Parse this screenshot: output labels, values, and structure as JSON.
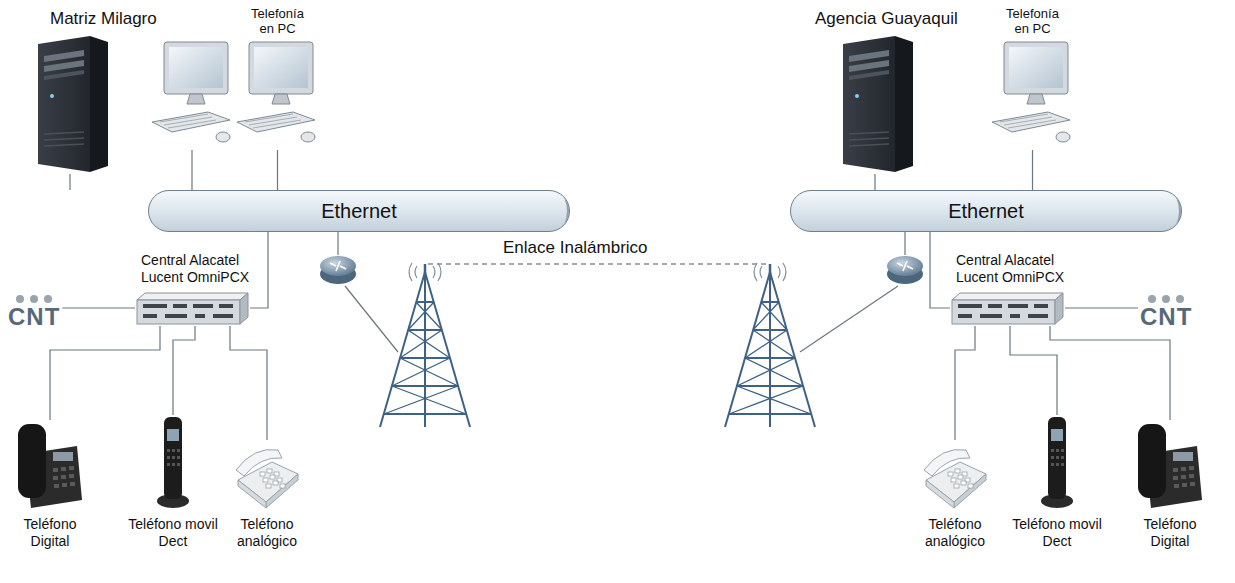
{
  "diagram": {
    "nodes": [
      {
        "text": [
          "Matriz Milagro"
        ]
      },
      {
        "text": [
          "Telefonía en PC"
        ]
      },
      {
        "text": [
          "Ethernet"
        ]
      },
      {
        "text": [
          "Central Alacatel Lucent OmniPCX"
        ]
      },
      {
        "text": [
          "CNT"
        ]
      },
      {
        "text": [
          "Teléfono Digital"
        ]
      },
      {
        "text": [
          "Teléfono movil Dect"
        ]
      },
      {
        "text": [
          "Teléfono analógico"
        ]
      },
      {
        "text": [
          "Agencia Guayaquil"
        ]
      },
      {
        "text": [
          "Telefonía en PC"
        ]
      },
      {
        "text": [
          "Ethernet"
        ]
      },
      {
        "text": [
          "Central Alacatel Lucent OmniPCX"
        ]
      },
      {
        "text": [
          "CNT"
        ]
      },
      {
        "text": [
          "Teléfono analógico"
        ]
      },
      {
        "text": [
          "Teléfono movil Dect"
        ]
      },
      {
        "text": [
          "Teléfono Digital"
        ]
      }
    ],
    "edges": [
      {
        "from": 0,
        "to": 2,
        "arrow": "none"
      },
      {
        "from": 1,
        "to": 2,
        "arrow": "none"
      },
      {
        "from": 2,
        "to": 3,
        "arrow": "none"
      },
      {
        "from": 4,
        "to": 3,
        "arrow": "none"
      },
      {
        "from": 3,
        "to": 5,
        "arrow": "none"
      },
      {
        "from": 3,
        "to": 6,
        "arrow": "none"
      },
      {
        "from": 3,
        "to": 7,
        "arrow": "none"
      },
      {
        "from": 8,
        "to": 10,
        "arrow": "none"
      },
      {
        "from": 9,
        "to": 10,
        "arrow": "none"
      },
      {
        "from": 10,
        "to": 11,
        "arrow": "none"
      },
      {
        "from": 12,
        "to": 11,
        "arrow": "none"
      },
      {
        "from": 11,
        "to": 13,
        "arrow": "none"
      },
      {
        "from": 11,
        "to": 14,
        "arrow": "none"
      },
      {
        "from": 11,
        "to": 15,
        "arrow": "none"
      }
    ],
    "labels": [
      "Enlace Inalámbrico"
    ]
  }
}
